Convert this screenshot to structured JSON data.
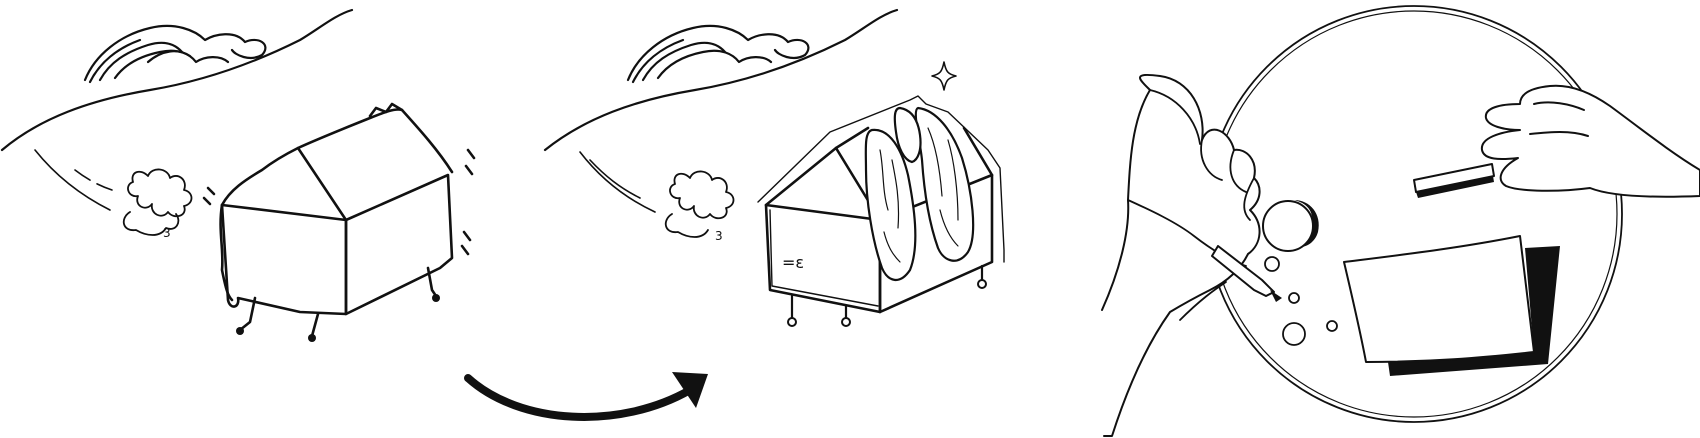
{
  "illustration": {
    "panels": [
      {
        "name": "wobbly-house",
        "description_icon": "house-icon"
      },
      {
        "name": "reinforced-house",
        "description_icon": "house-icon"
      },
      {
        "name": "drawing-on-plate",
        "description_icon": "hand-icon"
      }
    ],
    "colors": {
      "ink": "#111111",
      "paper": "#ffffff"
    },
    "handwritten": {
      "wind_mark_left": "3",
      "wind_mark_middle": "3",
      "house_face_mark": "=ε"
    }
  }
}
